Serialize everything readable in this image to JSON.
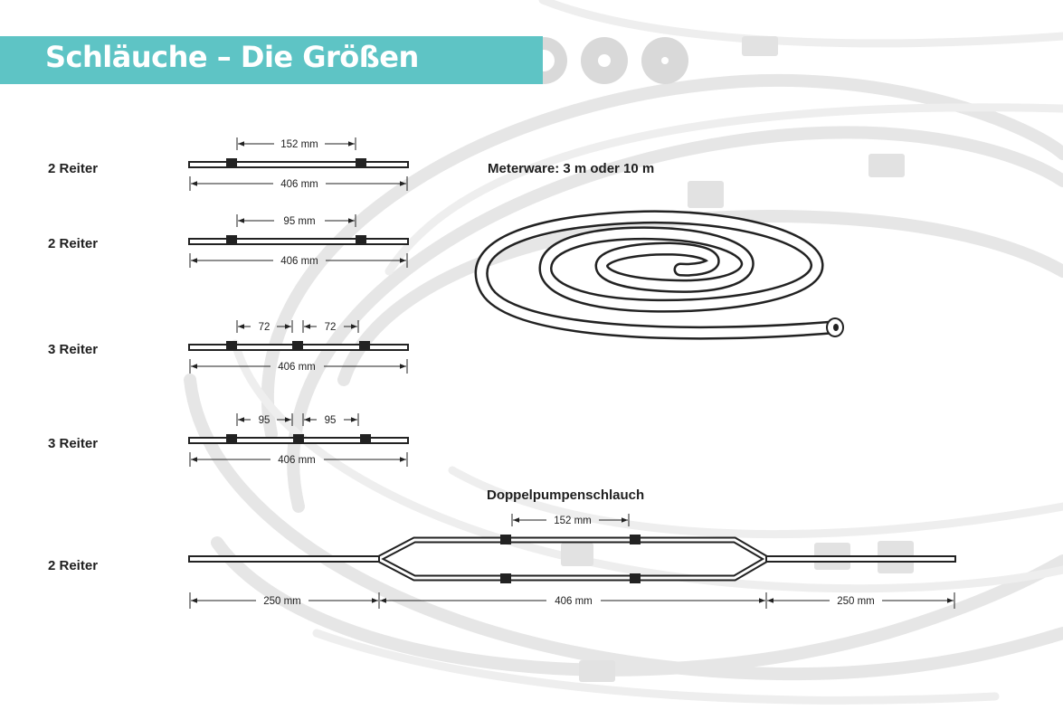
{
  "header": {
    "title": "Schläuche – Die Größen",
    "accent_color": "#5ec4c5",
    "decor": [
      "ring-icon",
      "ring-icon",
      "ring-icon"
    ]
  },
  "tubes": [
    {
      "label": "2 Reiter",
      "spacings": [
        "152 mm"
      ],
      "total": "406 mm"
    },
    {
      "label": "2 Reiter",
      "spacings": [
        "95 mm"
      ],
      "total": "406 mm"
    },
    {
      "label": "3 Reiter",
      "spacings": [
        "72",
        "72"
      ],
      "total": "406 mm"
    },
    {
      "label": "3 Reiter",
      "spacings": [
        "95",
        "95"
      ],
      "total": "406 mm"
    }
  ],
  "meterware": {
    "caption": "Meterware: 3 m oder 10 m"
  },
  "double_pump": {
    "caption": "Doppelpumpenschlauch",
    "label": "2 Reiter",
    "spacing": "152 mm",
    "segments": [
      "250 mm",
      "406 mm",
      "250 mm"
    ]
  }
}
